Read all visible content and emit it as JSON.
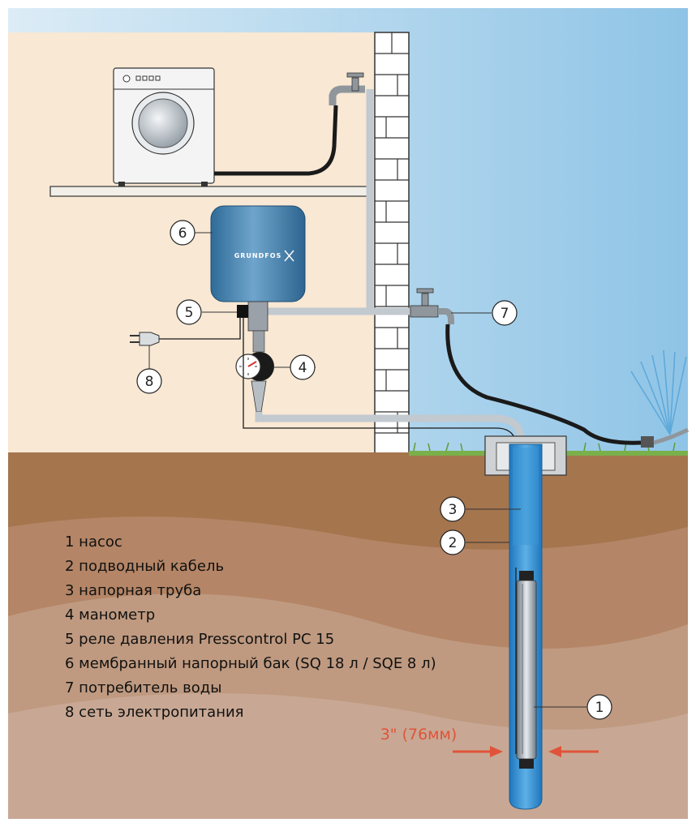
{
  "diagram": {
    "tank_brand": "GRUNDFOS",
    "well_diameter_label": "3\" (76мм)",
    "callouts": [
      {
        "num": "1"
      },
      {
        "num": "2"
      },
      {
        "num": "3"
      },
      {
        "num": "4"
      },
      {
        "num": "5"
      },
      {
        "num": "6"
      },
      {
        "num": "7"
      },
      {
        "num": "8"
      }
    ],
    "legend": [
      "1 насос",
      "2 подводный кабель",
      "3 напорная труба",
      "4 манометр",
      "5 реле давления Presscontrol PC 15",
      "6 мембранный напорный бак (SQ 18 л / SQE 8 л)",
      "7 потребитель воды",
      "8 сеть электропитания"
    ],
    "colors": {
      "sky": "#9fcdea",
      "interior": "#f8e8d4",
      "soil_top": "#a5754e",
      "soil_mid": "#b98c6c",
      "soil_bottom": "#c7a690",
      "grass": "#79b04a",
      "water": "#2f8fd1",
      "pipe": "#c2c9cf",
      "tank": "#4b86b3",
      "accent_arrow": "#e0533a"
    }
  }
}
